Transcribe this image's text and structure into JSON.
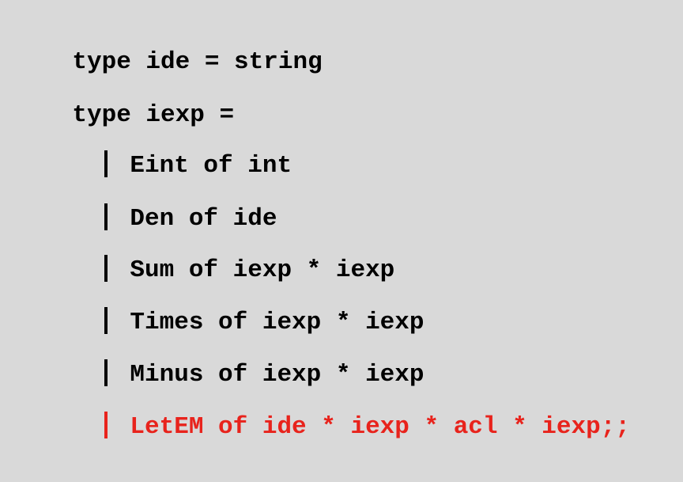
{
  "code": {
    "lines": [
      "type ide = string",
      "type iexp =",
      "Eint of int",
      "Den of ide",
      "Sum of iexp * iexp",
      "Times of iexp * iexp",
      "Minus of iexp * iexp",
      "LetEM of ide * iexp * acl * iexp;;"
    ]
  },
  "colors": {
    "background": "#d9d9d9",
    "text": "#000000",
    "highlight": "#e8231c"
  }
}
